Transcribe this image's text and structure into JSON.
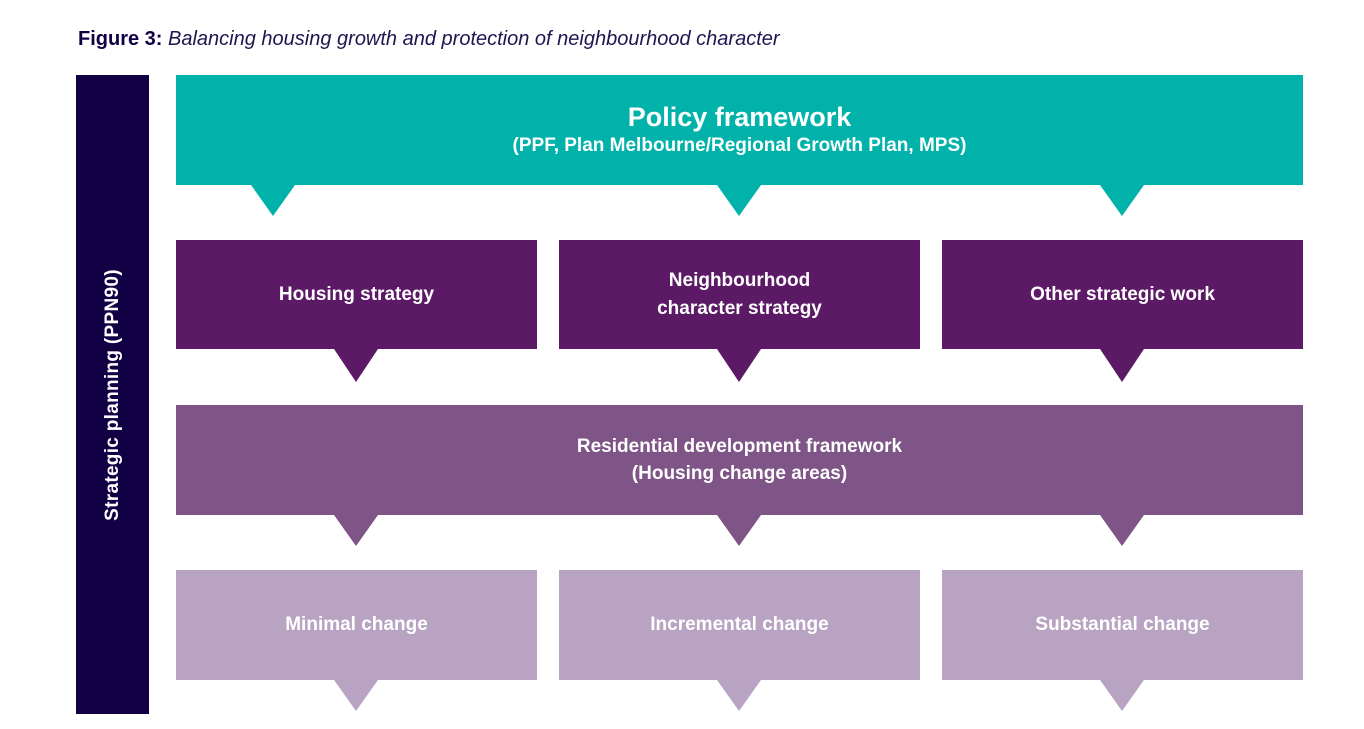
{
  "caption": {
    "label": "Figure 3:",
    "text": "Balancing housing growth and protection of neighbourhood character"
  },
  "sidebar": {
    "label": "Strategic planning (PPN90)"
  },
  "policy": {
    "title": "Policy framework",
    "subtitle": "(PPF, Plan Melbourne/Regional Growth Plan, MPS)"
  },
  "strategies": [
    {
      "line1": "Housing strategy",
      "line2": ""
    },
    {
      "line1": "Neighbourhood",
      "line2": "character strategy"
    },
    {
      "line1": "Other strategic work",
      "line2": ""
    }
  ],
  "residential": {
    "title": "Residential development framework",
    "subtitle": "(Housing change areas)"
  },
  "changes": [
    {
      "label": "Minimal change"
    },
    {
      "label": "Incremental change"
    },
    {
      "label": "Substantial change"
    }
  ],
  "colors": {
    "sidebar": "#120045",
    "policy": "#00b2a9",
    "strategy": "#5c1a66",
    "residential": "#7f5486",
    "change": "#b8a4c2"
  }
}
